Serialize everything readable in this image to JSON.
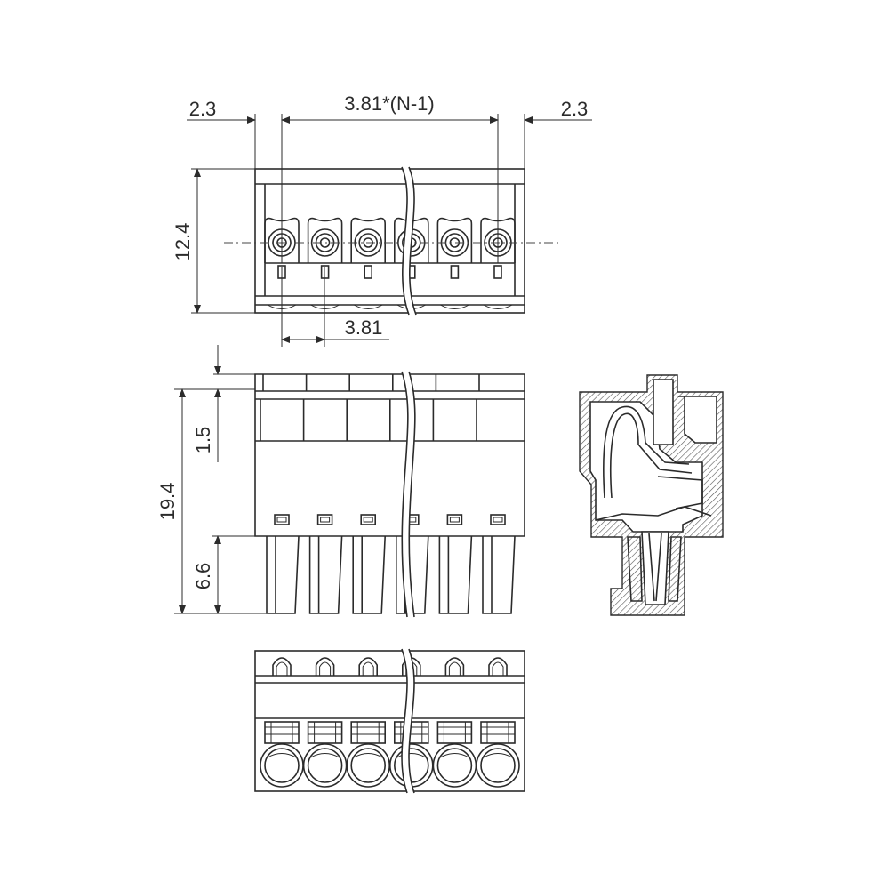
{
  "dimensions": {
    "left_margin": "2.3",
    "pitch_total": "3.81*(N-1)",
    "right_margin": "2.3",
    "height_top": "12.4",
    "pitch": "3.81",
    "height_side": "19.4",
    "top_offset": "1.5",
    "pin_length": "6.6"
  },
  "pole_count_shown": 6,
  "colors": {
    "line": "#2b2b2b",
    "background": "#ffffff"
  }
}
